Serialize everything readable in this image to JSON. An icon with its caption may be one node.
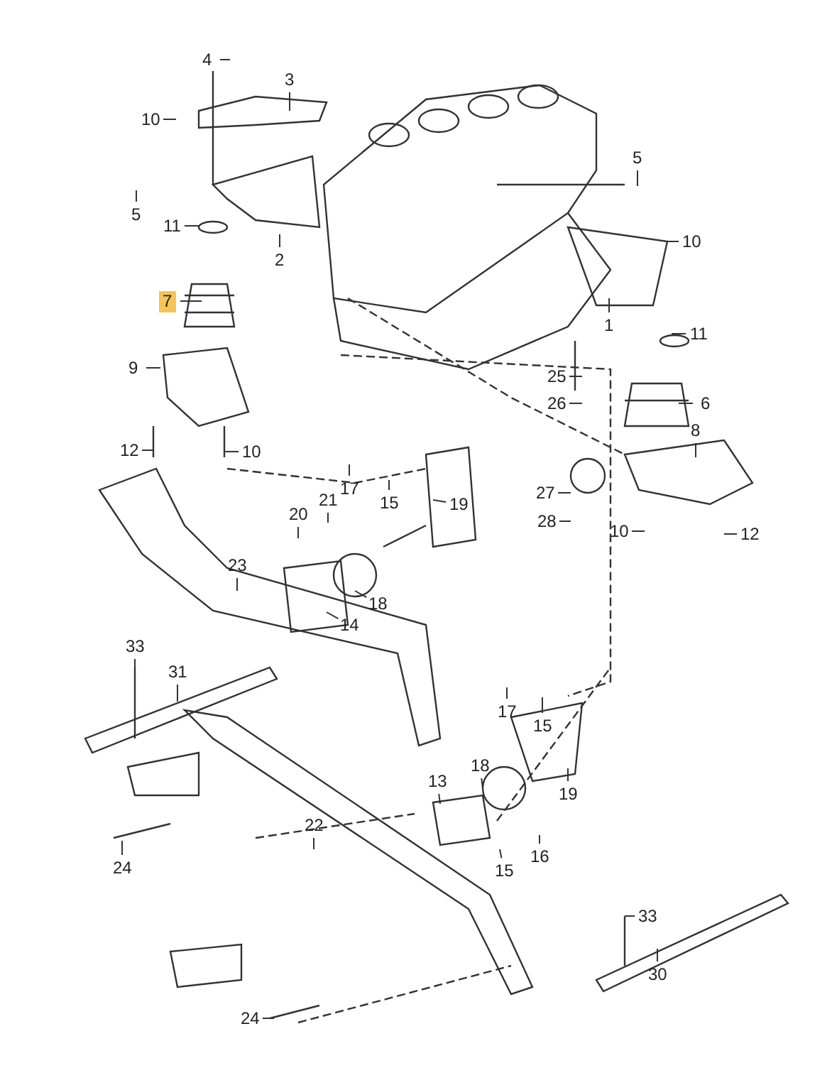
{
  "diagram": {
    "nodes": [
      {
        "text": [
          "4"
        ]
      },
      {
        "text": [
          "3"
        ]
      },
      {
        "text": [
          "10"
        ]
      },
      {
        "text": [
          "5"
        ]
      },
      {
        "text": [
          "11"
        ]
      },
      {
        "text": [
          "2"
        ]
      },
      {
        "text": [
          "7"
        ]
      },
      {
        "text": [
          "9"
        ]
      },
      {
        "text": [
          "12"
        ]
      },
      {
        "text": [
          "10"
        ]
      },
      {
        "text": [
          "5"
        ]
      },
      {
        "text": [
          "10"
        ]
      },
      {
        "text": [
          "1"
        ]
      },
      {
        "text": [
          "11"
        ]
      },
      {
        "text": [
          "25"
        ]
      },
      {
        "text": [
          "26"
        ]
      },
      {
        "text": [
          "6"
        ]
      },
      {
        "text": [
          "8"
        ]
      },
      {
        "text": [
          "27"
        ]
      },
      {
        "text": [
          "28"
        ]
      },
      {
        "text": [
          "10"
        ]
      },
      {
        "text": [
          "12"
        ]
      },
      {
        "text": [
          "17"
        ]
      },
      {
        "text": [
          "15"
        ]
      },
      {
        "text": [
          "19"
        ]
      },
      {
        "text": [
          "20"
        ]
      },
      {
        "text": [
          "21"
        ]
      },
      {
        "text": [
          "23"
        ]
      },
      {
        "text": [
          "18"
        ]
      },
      {
        "text": [
          "14"
        ]
      },
      {
        "text": [
          "33"
        ]
      },
      {
        "text": [
          "31"
        ]
      },
      {
        "text": [
          "17"
        ]
      },
      {
        "text": [
          "15"
        ]
      },
      {
        "text": [
          "19"
        ]
      },
      {
        "text": [
          "13"
        ]
      },
      {
        "text": [
          "18"
        ]
      },
      {
        "text": [
          "22"
        ]
      },
      {
        "text": [
          "15"
        ]
      },
      {
        "text": [
          "16"
        ]
      },
      {
        "text": [
          "24"
        ]
      },
      {
        "text": [
          "33"
        ]
      },
      {
        "text": [
          "30"
        ]
      },
      {
        "text": [
          "24"
        ]
      }
    ],
    "edges": [
      {
        "from": 0,
        "to": null,
        "arrow": "none"
      },
      {
        "from": 1,
        "to": null,
        "arrow": "none"
      },
      {
        "from": 2,
        "to": null,
        "arrow": "none"
      },
      {
        "from": 3,
        "to": null,
        "arrow": "none"
      },
      {
        "from": 4,
        "to": null,
        "arrow": "none"
      },
      {
        "from": 5,
        "to": null,
        "arrow": "none"
      },
      {
        "from": 6,
        "to": null,
        "arrow": "none"
      },
      {
        "from": 7,
        "to": null,
        "arrow": "none"
      },
      {
        "from": 8,
        "to": null,
        "arrow": "none"
      },
      {
        "from": 9,
        "to": null,
        "arrow": "none"
      },
      {
        "from": 10,
        "to": null,
        "arrow": "none"
      },
      {
        "from": 11,
        "to": null,
        "arrow": "none"
      },
      {
        "from": 12,
        "to": null,
        "arrow": "none"
      },
      {
        "from": 13,
        "to": null,
        "arrow": "none"
      },
      {
        "from": 14,
        "to": null,
        "arrow": "none"
      },
      {
        "from": 15,
        "to": null,
        "arrow": "none"
      },
      {
        "from": 16,
        "to": null,
        "arrow": "none"
      },
      {
        "from": 17,
        "to": null,
        "arrow": "none"
      },
      {
        "from": 18,
        "to": null,
        "arrow": "none"
      },
      {
        "from": 19,
        "to": null,
        "arrow": "none"
      },
      {
        "from": 20,
        "to": null,
        "arrow": "none"
      },
      {
        "from": 21,
        "to": null,
        "arrow": "none"
      },
      {
        "from": 22,
        "to": null,
        "arrow": "none"
      },
      {
        "from": 23,
        "to": null,
        "arrow": "none"
      },
      {
        "from": 24,
        "to": null,
        "arrow": "none"
      },
      {
        "from": 25,
        "to": null,
        "arrow": "none"
      },
      {
        "from": 26,
        "to": null,
        "arrow": "none"
      },
      {
        "from": 27,
        "to": null,
        "arrow": "none"
      },
      {
        "from": 28,
        "to": null,
        "arrow": "none"
      },
      {
        "from": 29,
        "to": null,
        "arrow": "none"
      },
      {
        "from": 30,
        "to": null,
        "arrow": "none"
      },
      {
        "from": 31,
        "to": null,
        "arrow": "none"
      },
      {
        "from": 32,
        "to": null,
        "arrow": "none"
      },
      {
        "from": 33,
        "to": null,
        "arrow": "none"
      },
      {
        "from": 34,
        "to": null,
        "arrow": "none"
      },
      {
        "from": 35,
        "to": null,
        "arrow": "none"
      },
      {
        "from": 36,
        "to": null,
        "arrow": "none"
      },
      {
        "from": 37,
        "to": null,
        "arrow": "none"
      },
      {
        "from": 38,
        "to": null,
        "arrow": "none"
      },
      {
        "from": 39,
        "to": null,
        "arrow": "none"
      },
      {
        "from": 40,
        "to": null,
        "arrow": "none"
      },
      {
        "from": 41,
        "to": null,
        "arrow": "none"
      },
      {
        "from": 42,
        "to": null,
        "arrow": "none"
      },
      {
        "from": 43,
        "to": null,
        "arrow": "none"
      }
    ]
  }
}
